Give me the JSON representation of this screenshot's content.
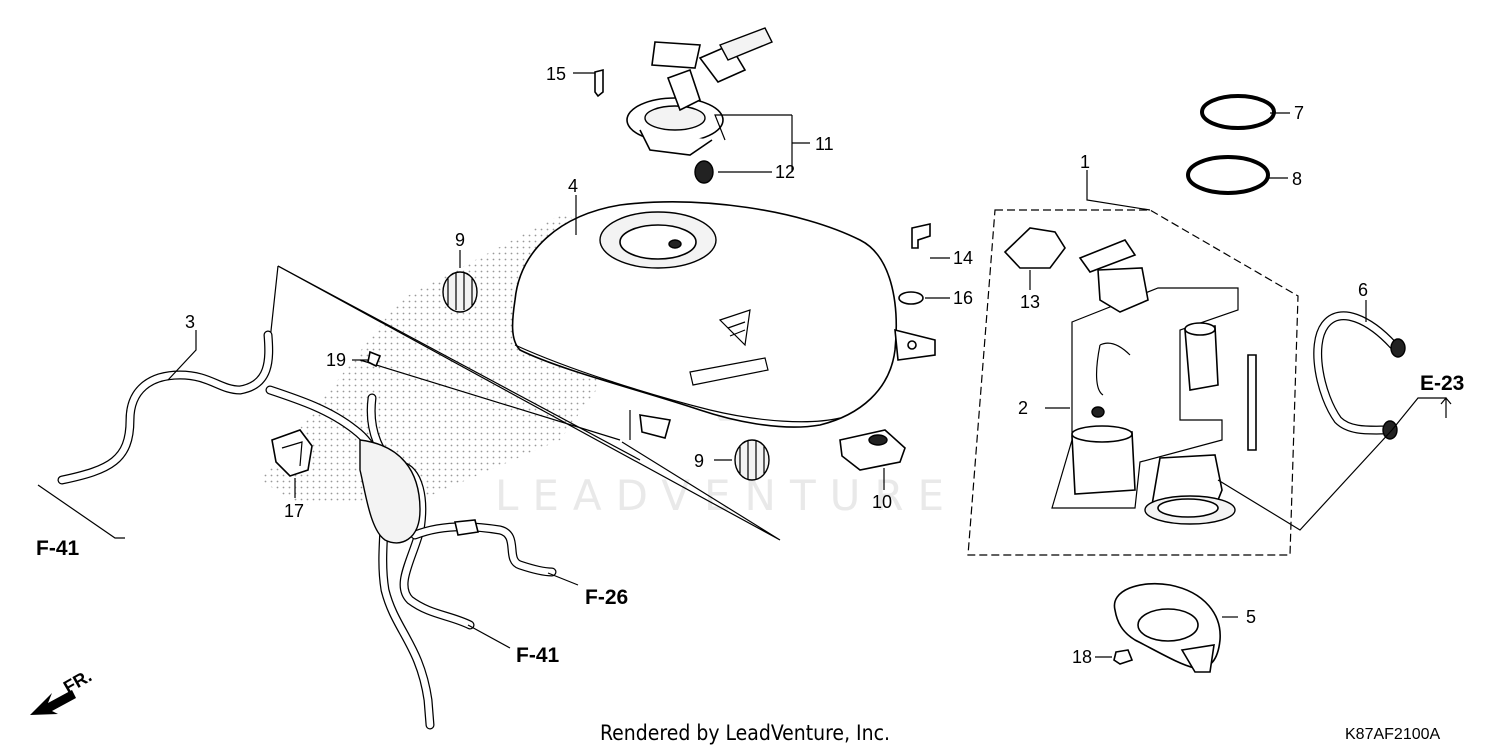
{
  "watermark": {
    "text": "LEADVENTURE"
  },
  "callouts": [
    {
      "id": "c1",
      "label": "1"
    },
    {
      "id": "c2",
      "label": "2"
    },
    {
      "id": "c3",
      "label": "3"
    },
    {
      "id": "c4",
      "label": "4"
    },
    {
      "id": "c5",
      "label": "5"
    },
    {
      "id": "c6",
      "label": "6"
    },
    {
      "id": "c7",
      "label": "7"
    },
    {
      "id": "c8",
      "label": "8"
    },
    {
      "id": "c9a",
      "label": "9"
    },
    {
      "id": "c9b",
      "label": "9"
    },
    {
      "id": "c10",
      "label": "10"
    },
    {
      "id": "c11",
      "label": "11"
    },
    {
      "id": "c12",
      "label": "12"
    },
    {
      "id": "c13",
      "label": "13"
    },
    {
      "id": "c14",
      "label": "14"
    },
    {
      "id": "c15",
      "label": "15"
    },
    {
      "id": "c16",
      "label": "16"
    },
    {
      "id": "c17",
      "label": "17"
    },
    {
      "id": "c18",
      "label": "18"
    },
    {
      "id": "c19",
      "label": "19"
    }
  ],
  "references": [
    {
      "id": "e23",
      "label": "E-23"
    },
    {
      "id": "f41a",
      "label": "F-41"
    },
    {
      "id": "f26",
      "label": "F-26"
    },
    {
      "id": "f41b",
      "label": "F-41"
    }
  ],
  "direction": {
    "label": "FR."
  },
  "footer": {
    "rendered_by": "Rendered by LeadVenture, Inc.",
    "diagram_code": "K87AF2100A"
  }
}
